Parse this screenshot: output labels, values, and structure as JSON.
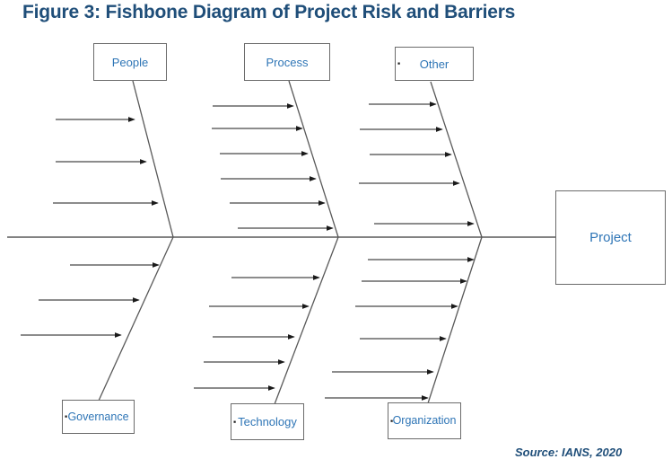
{
  "figure": {
    "title": "Figure 3: Fishbone Diagram of Project Risk and Barriers",
    "source": "Source: IANS, 2020"
  },
  "diagram": {
    "type": "fishbone",
    "effect": {
      "label": "Project"
    },
    "categories": [
      {
        "key": "people",
        "label": "People",
        "side": "top",
        "bullet": false,
        "cause_arrows": 3
      },
      {
        "key": "process",
        "label": "Process",
        "side": "top",
        "bullet": false,
        "cause_arrows": 6
      },
      {
        "key": "other",
        "label": "Other",
        "side": "top",
        "bullet": true,
        "cause_arrows": 5
      },
      {
        "key": "governance",
        "label": "Governance",
        "side": "bottom",
        "bullet": true,
        "cause_arrows": 3
      },
      {
        "key": "technology",
        "label": "Technology",
        "side": "bottom",
        "bullet": true,
        "cause_arrows": 5
      },
      {
        "key": "organization",
        "label": "Organization",
        "side": "bottom",
        "bullet": true,
        "cause_arrows": 6
      }
    ],
    "bullet_glyph": "▪",
    "colors": {
      "title": "#1F4E79",
      "label": "#2E75B6",
      "line": "#595959",
      "arrow": "#1a1a1a",
      "source": "#1F4E79",
      "box_border": "#6b6b6b"
    }
  }
}
